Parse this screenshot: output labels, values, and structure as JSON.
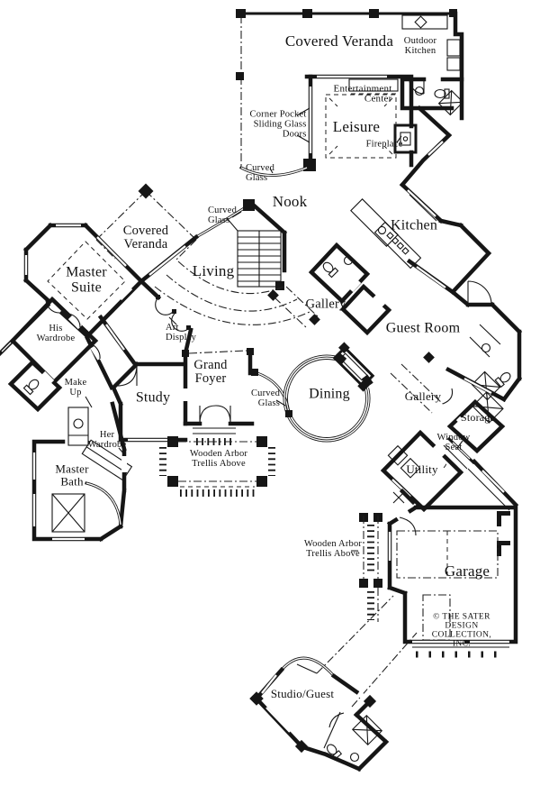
{
  "title": "Single-story luxury house floor plan",
  "credit": "© THE SATER DESIGN\nCOLLECTION, INC.",
  "labels": {
    "covered_veranda_top": "Covered Veranda",
    "outdoor_kitchen": "Outdoor\nKitchen",
    "entertainment_center": "Entertainment\nCenter",
    "leisure": "Leisure",
    "corner_pocket": "Corner Pocket\nSliding Glass\nDoors",
    "fireplace": "Fireplace",
    "curved_glass_a": "Curved\nGlass",
    "curved_glass_b": "Curved\nGlass",
    "nook": "Nook",
    "kitchen": "Kitchen",
    "covered_veranda_left": "Covered\nVeranda",
    "master_suite": "Master\nSuite",
    "living": "Living",
    "gallery_center": "Gallery",
    "guest_room": "Guest Room",
    "his_wardrobe": "His\nWardrobe",
    "art_display": "Art\nDisplay",
    "grand_foyer": "Grand\nFoyer",
    "make_up": "Make\nUp",
    "study": "Study",
    "curved_glass_c": "Curved\nGlass",
    "dining": "Dining",
    "gallery_right": "Gallery",
    "storage": "Storage",
    "window_seat": "Window\nSeat",
    "her_wardrobe": "Her\nWardrobe",
    "utility": "Utility",
    "master_bath": "Master\nBath",
    "trellis_left": "Wooden Arbor\nTrellis Above",
    "trellis_bottom": "Wooden Arbor\nTrellis Above",
    "garage": "Garage",
    "studio_guest": "Studio/Guest"
  }
}
